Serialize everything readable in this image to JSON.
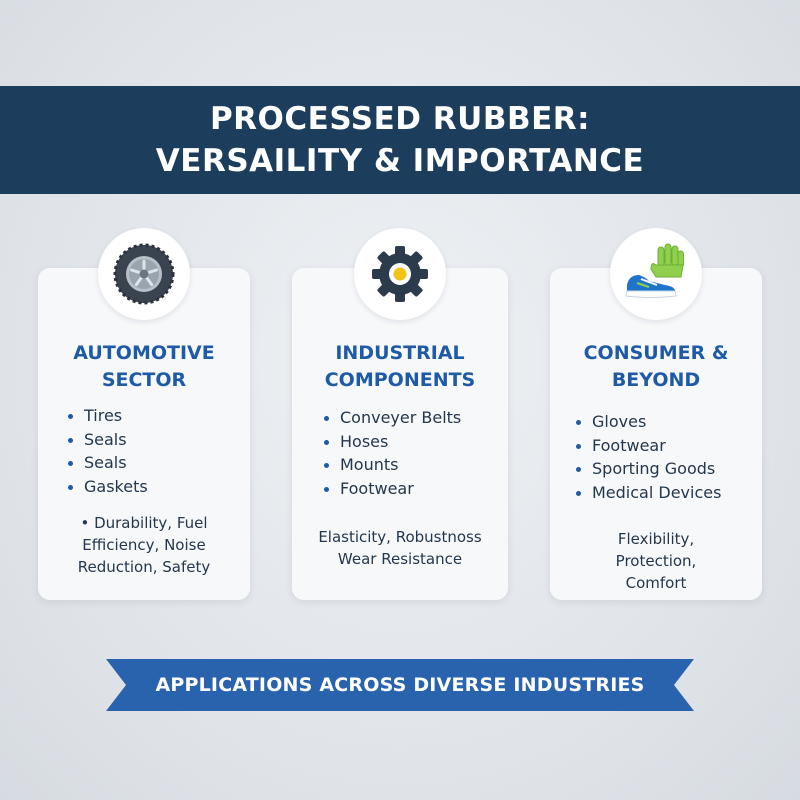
{
  "header": {
    "title_line1": "PROCESSED RUBBER:",
    "title_line2": "VERSAILITY & IMPORTANCE"
  },
  "cards": [
    {
      "icon": "tire-icon",
      "title_line1": "AUTOMOTIVE",
      "title_line2": "SECTOR",
      "items": [
        "Tires",
        "Seals",
        "Seals",
        "Gaskets"
      ],
      "summary_line1": "• Durability, Fuel",
      "summary_line2": "Efficiency, Noise",
      "summary_line3": "Reduction, Safety"
    },
    {
      "icon": "gear-icon",
      "title_line1": "INDUSTRIAL",
      "title_line2": "COMPONENTS",
      "items": [
        "Conveyer Belts",
        "Hoses",
        "Mounts",
        "Footwear"
      ],
      "summary_line1": "Elasticity, Robustnoss",
      "summary_line2": "Wear Resistance"
    },
    {
      "icon": "shoe-and-glove-icon",
      "title_line1": "CONSUMER &",
      "title_line2": "BEYOND",
      "items": [
        "Gloves",
        "Footwear",
        "Sporting Goods",
        "Medical Devices"
      ],
      "summary_line1": "Flexibility,",
      "summary_line2": "Protection,",
      "summary_line3": "Comfort"
    }
  ],
  "banner": {
    "label": "APPLICATIONS ACROSS DIVERSE INDUSTRIES"
  },
  "colors": {
    "header_bg": "#1c3d5c",
    "accent_blue": "#1f5aa6",
    "banner_blue": "#2a63ad",
    "text_dark": "#23374d",
    "gear_center_yellow": "#f2c418",
    "glove_green": "#8fd14f",
    "shoe_blue": "#1e74c9"
  }
}
